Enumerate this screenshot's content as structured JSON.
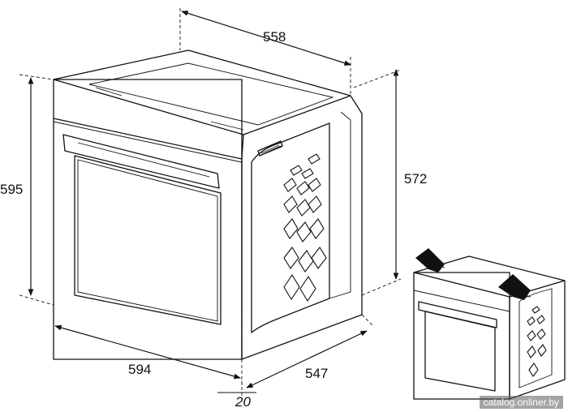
{
  "dimensions": {
    "top_width": "558",
    "height_front": "595",
    "height_side": "572",
    "width_front": "594",
    "depth": "547",
    "offset": "20"
  },
  "watermark": "catalog.onliner.by",
  "icons": [
    "oven-outline",
    "vent-pattern",
    "hand-install-icon"
  ]
}
